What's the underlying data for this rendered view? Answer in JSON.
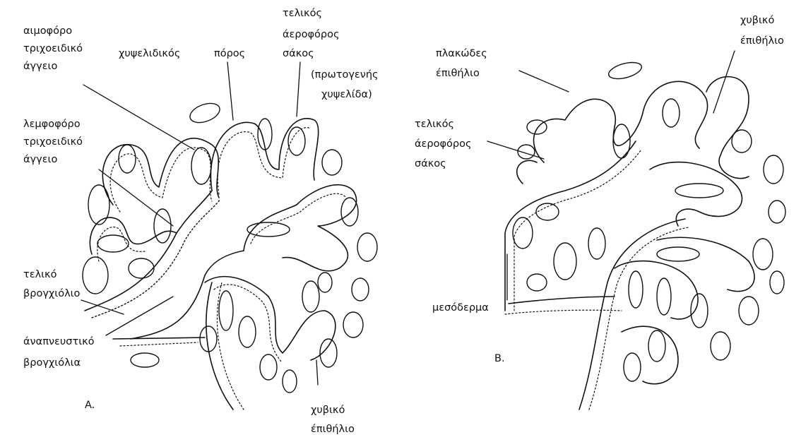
{
  "panel_a": {
    "letter": "A.",
    "labels": {
      "blood_vessel": [
        "αιμοφόρο",
        "τριχοειδικό",
        "άγγειο"
      ],
      "alveolar_pore": "χυψελιδικός",
      "pore_word": "πόρος",
      "terminal_sac": [
        "τελικός",
        "άεροφόρος",
        "σάκος",
        "(πρωτογενής",
        "χυψελίδα)"
      ],
      "lymph_vessel": [
        "λεμφοφόρο",
        "τριχοειδικό",
        "άγγειο"
      ],
      "terminal_bronchiole": [
        "τελικό",
        "βρογχιόλιο"
      ],
      "respiratory_bronchiole": [
        "άναπνευστικό",
        "βρογχιόλια"
      ],
      "cuboidal_epithelium": [
        "χυβικό",
        "έπιθήλιο"
      ]
    }
  },
  "panel_b": {
    "letter": "B.",
    "labels": {
      "cuboidal_epithelium": [
        "χυβικό",
        "έπιθήλιο"
      ],
      "squamous_epithelium": [
        "πλακώδες",
        "έπιθήλιο"
      ],
      "terminal_sac": [
        "τελικός",
        "άεροφόρος",
        "σάκος"
      ],
      "mesoderm": "μεσόδερμα"
    }
  }
}
